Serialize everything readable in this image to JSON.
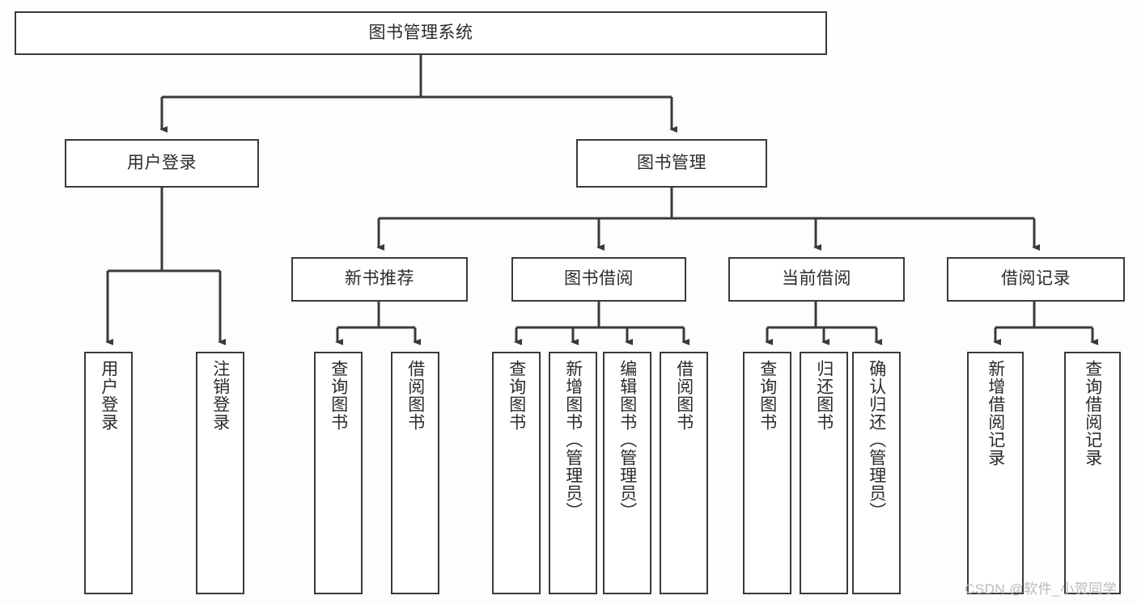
{
  "diagram": {
    "type": "tree",
    "title": "图书管理系统",
    "orientation": "top-down",
    "line_color": "#3a3a3a",
    "box_fill": "#ffffff",
    "background": "#fdfdfd",
    "levels": 4
  },
  "root": {
    "label": "图书管理系统"
  },
  "level2": [
    {
      "label": "用户登录"
    },
    {
      "label": "图书管理"
    }
  ],
  "level3": [
    {
      "label": "新书推荐"
    },
    {
      "label": "图书借阅"
    },
    {
      "label": "当前借阅"
    },
    {
      "label": "借阅记录"
    }
  ],
  "leaves": {
    "user_login": [
      {
        "label": "用户登录"
      },
      {
        "label": "注销登录"
      }
    ],
    "new_book": [
      {
        "label": "查询图书"
      },
      {
        "label": "借阅图书"
      }
    ],
    "book_borrow": [
      {
        "label": "查询图书"
      },
      {
        "label": "新增图书（管理员）"
      },
      {
        "label": "编辑图书（管理员）"
      },
      {
        "label": "借阅图书"
      }
    ],
    "current_borrow": [
      {
        "label": "查询图书"
      },
      {
        "label": "归还图书"
      },
      {
        "label": "确认归还（管理员）"
      }
    ],
    "borrow_record": [
      {
        "label": "新增借阅记录"
      },
      {
        "label": "查询借阅记录"
      }
    ]
  },
  "watermark": {
    "text": "CSDN @软件_小贺同学"
  }
}
